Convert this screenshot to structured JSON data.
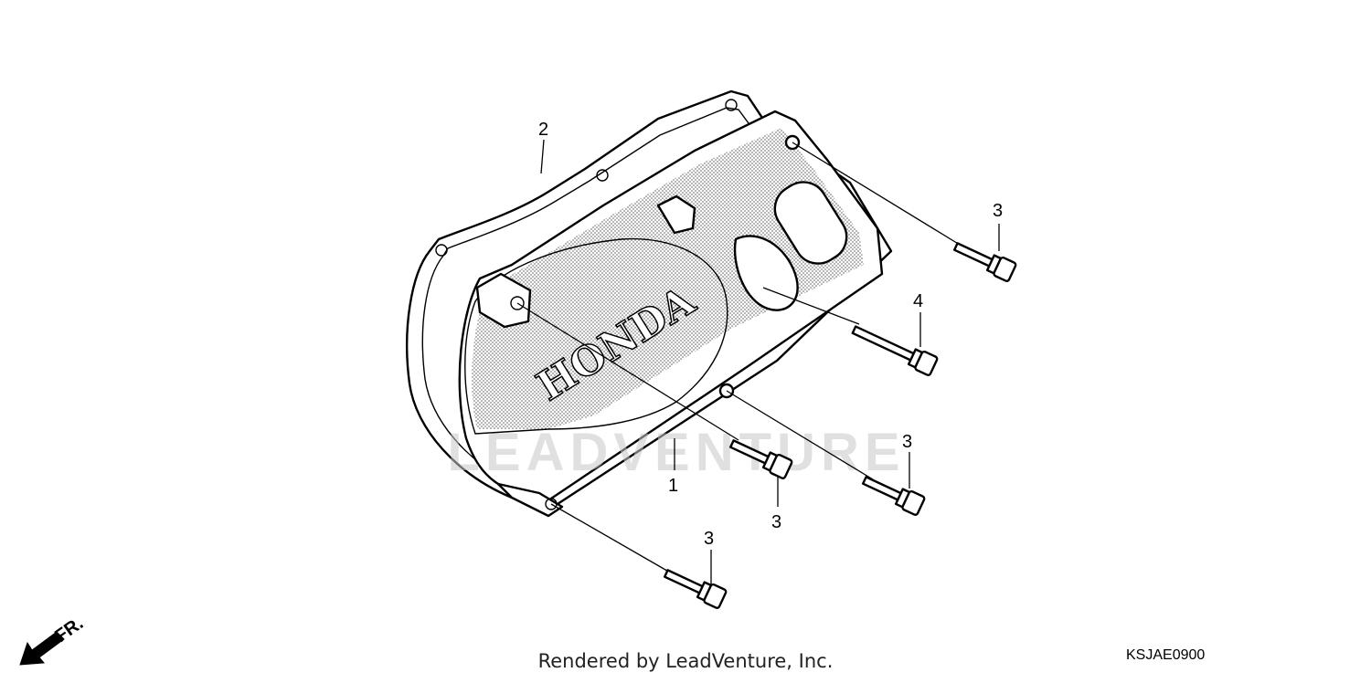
{
  "diagram": {
    "callouts": [
      {
        "id": "cover",
        "label": "1"
      },
      {
        "id": "gasket",
        "label": "2"
      },
      {
        "id": "bolt-top-right",
        "label": "3"
      },
      {
        "id": "bolt-long",
        "label": "4"
      },
      {
        "id": "bolt-right-lower",
        "label": "3"
      },
      {
        "id": "bolt-center",
        "label": "3"
      },
      {
        "id": "bolt-bottom",
        "label": "3"
      }
    ],
    "brand_logo": "HONDA",
    "watermark": "LEADVENTURE",
    "direction_label": "FR."
  },
  "footer": {
    "rendered_by": "Rendered by LeadVenture, Inc.",
    "diagram_code": "KSJAE0900"
  },
  "colors": {
    "line": "#000000",
    "background": "#ffffff",
    "watermark": "#c8c8c8"
  }
}
